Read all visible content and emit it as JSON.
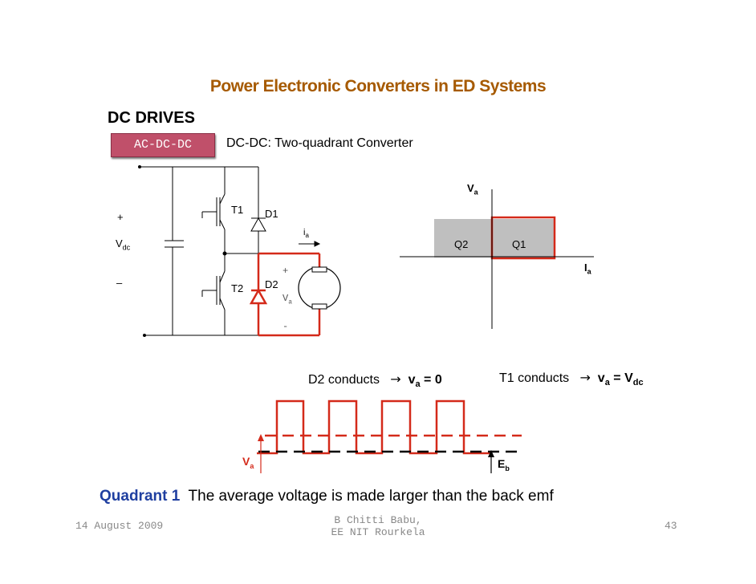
{
  "slide": {
    "title": "Power Electronic Converters in ED Systems",
    "heading": "DC DRIVES",
    "tag": "AC-DC-DC",
    "subtitle": "DC-DC: Two-quadrant Converter"
  },
  "circuit": {
    "plus_left": "+",
    "vdc_main": "V",
    "vdc_sub": "dc",
    "minus_left": "–",
    "t1": "T1",
    "t2": "T2",
    "d1": "D1",
    "d2": "D2",
    "ia_main": "i",
    "ia_sub": "a",
    "motor_plus": "+",
    "motor_va_main": "V",
    "motor_va_sub": "a",
    "motor_minus": "-",
    "highlight_color": "#d42a1a"
  },
  "quadrant_plot": {
    "va_main": "V",
    "va_sub": "a",
    "ia_main": "I",
    "ia_sub": "a",
    "q2": "Q2",
    "q1": "Q1",
    "q2_fill": "#bfbfbf",
    "q1_border": "#d42a1a"
  },
  "conduction": {
    "d2_text": "D2 conducts",
    "arrow": "→",
    "d2_result_main": "v",
    "d2_result_sub": "a",
    "d2_result_tail": " = 0",
    "t1_text": "T1 conducts",
    "t1_result_main": "v",
    "t1_result_sub": "a",
    "t1_result_mid": " = V",
    "t1_result_sub2": "dc"
  },
  "waveform": {
    "va_main": "V",
    "va_sub": "a",
    "eb_main": "E",
    "eb_sub": "b",
    "pulses": 4,
    "wave_color": "#d42a1a"
  },
  "caption": {
    "quadrant_label": "Quadrant 1",
    "text": "  The average voltage is made larger than the back emf"
  },
  "footer": {
    "date": "14 August 2009",
    "author_line1": "B Chitti Babu,",
    "author_line2": "EE NIT Rourkela",
    "page": "43"
  }
}
